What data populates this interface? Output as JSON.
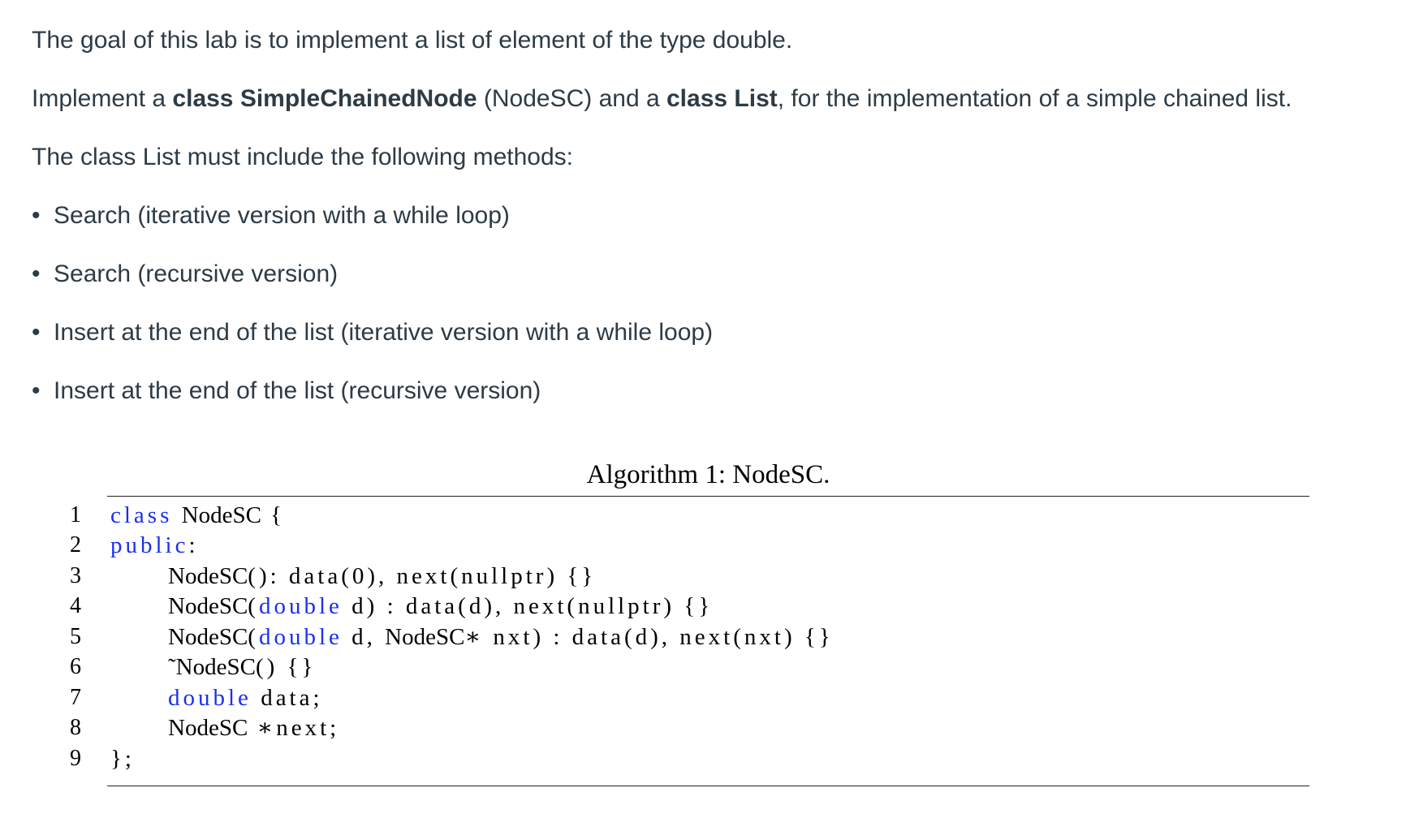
{
  "intro": {
    "goal": "The goal of this lab is to implement a list of element of the type double.",
    "implement_prefix": "Implement a ",
    "class1_bold": "class SimpleChainedNode",
    "class1_rest": " (NodeSC) and a ",
    "class2_bold": "class List",
    "implement_suffix": ", for the implementation of a simple chained list.",
    "methods_heading": "The class List must include the following methods:"
  },
  "bullets": [
    "Search (iterative version with a while loop)",
    "Search (recursive version)",
    "Insert at the end of the list (iterative version with a while loop)",
    "Insert at the end of the list (recursive version)"
  ],
  "bullet_symbol": "•",
  "algorithm": {
    "caption": "Algorithm 1: NodeSC.",
    "lines": [
      {
        "no": "1",
        "parts": [
          {
            "t": "class",
            "kw": true
          },
          {
            "t": " "
          },
          {
            "t": "NodeSC",
            "nm": true
          },
          {
            "t": " {"
          }
        ]
      },
      {
        "no": "2",
        "parts": [
          {
            "t": "public",
            "kw": true
          },
          {
            "t": ":"
          }
        ]
      },
      {
        "no": "3",
        "parts": [
          {
            "t": "NodeSC",
            "nm": true
          },
          {
            "t": "(): data(0), next(nullptr)  {}"
          }
        ]
      },
      {
        "no": "4",
        "parts": [
          {
            "t": "NodeSC",
            "nm": true
          },
          {
            "t": "("
          },
          {
            "t": "double",
            "kw": true
          },
          {
            "t": " d) : data(d), next(nullptr) {}"
          }
        ]
      },
      {
        "no": "5",
        "parts": [
          {
            "t": "NodeSC",
            "nm": true
          },
          {
            "t": "("
          },
          {
            "t": "double",
            "kw": true
          },
          {
            "t": " d, "
          },
          {
            "t": "NodeSC",
            "nm": true
          },
          {
            "t": "∗ nxt) : data(d), next(nxt) {}"
          }
        ]
      },
      {
        "no": "6",
        "parts": [
          {
            "t": "˜NodeSC",
            "nm": true
          },
          {
            "t": "() {}"
          }
        ]
      },
      {
        "no": "7",
        "parts": [
          {
            "t": "double",
            "kw": true
          },
          {
            "t": " data;"
          }
        ]
      },
      {
        "no": "8",
        "parts": [
          {
            "t": "NodeSC",
            "nm": true
          },
          {
            "t": " ∗next;"
          }
        ]
      },
      {
        "no": "9",
        "parts": [
          {
            "t": "};"
          }
        ]
      }
    ]
  },
  "colors": {
    "body_text": "#2d3b45",
    "keyword": "#1a2ff0",
    "code_text": "#000000"
  }
}
